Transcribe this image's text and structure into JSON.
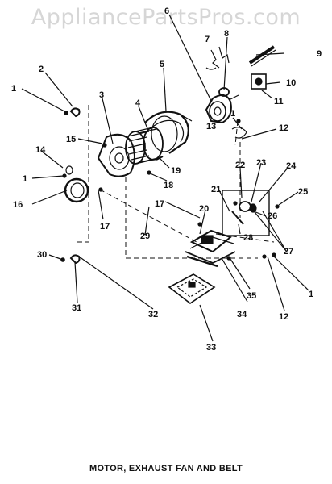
{
  "watermark": "AppliancePartsPros.com",
  "caption": "MOTOR, EXHAUST FAN AND BELT",
  "callouts": {
    "c1a": "1",
    "c2": "2",
    "c3": "3",
    "c4": "4",
    "c5": "5",
    "c6": "6",
    "c7": "7",
    "c8": "8",
    "c9": "9",
    "c10": "10",
    "c11": "11",
    "c1b": "1",
    "c12a": "12",
    "c13": "13",
    "c14": "14",
    "c15": "15",
    "c1c": "1",
    "c16": "16",
    "c17a": "17",
    "c17b": "17",
    "c18": "18",
    "c19": "19",
    "c20": "20",
    "c21": "21",
    "c22": "22",
    "c23": "23",
    "c24": "24",
    "c25": "25",
    "c26": "26",
    "c27": "27",
    "c28": "28",
    "c29": "29",
    "c1d": "1",
    "c30": "30",
    "c31": "31",
    "c32": "32",
    "c33": "33",
    "c34": "34",
    "c35": "35",
    "c12b": "12"
  }
}
